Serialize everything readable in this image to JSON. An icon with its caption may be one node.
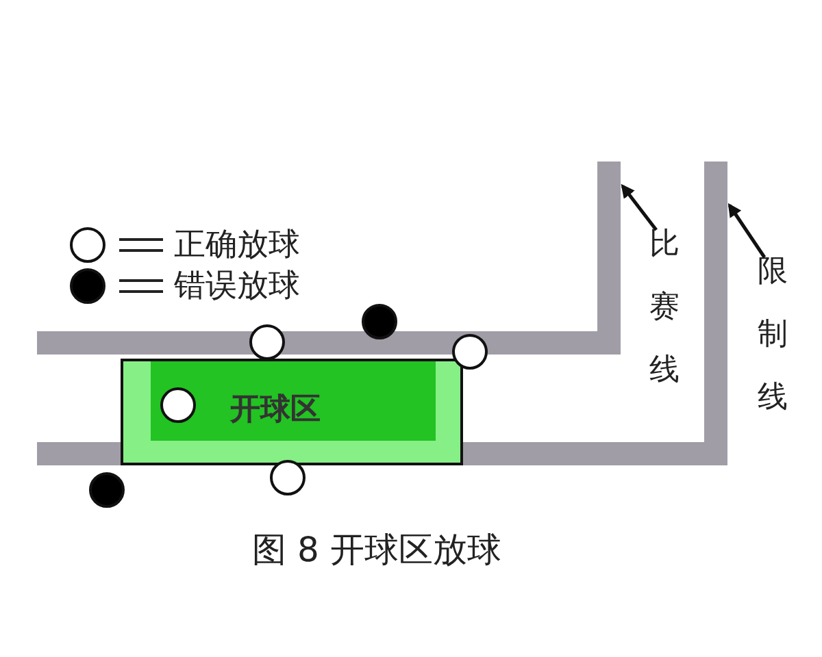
{
  "diagram": {
    "caption": "图 8 开球区放球",
    "nodes": [
      {
        "text": [
          "开球区"
        ]
      },
      {
        "text": [
          "比赛线"
        ]
      },
      {
        "text": [],
        "shape": "bar"
      },
      {
        "text": [
          "限制线"
        ]
      },
      {
        "text": [],
        "shape": "bar"
      }
    ],
    "edges": [
      {
        "from": 1,
        "to": 2,
        "arrow": "to"
      },
      {
        "from": 3,
        "to": 4,
        "arrow": "to"
      }
    ],
    "legend": [
      {
        "text": "正确放球"
      },
      {
        "text": "错误放球"
      }
    ]
  }
}
